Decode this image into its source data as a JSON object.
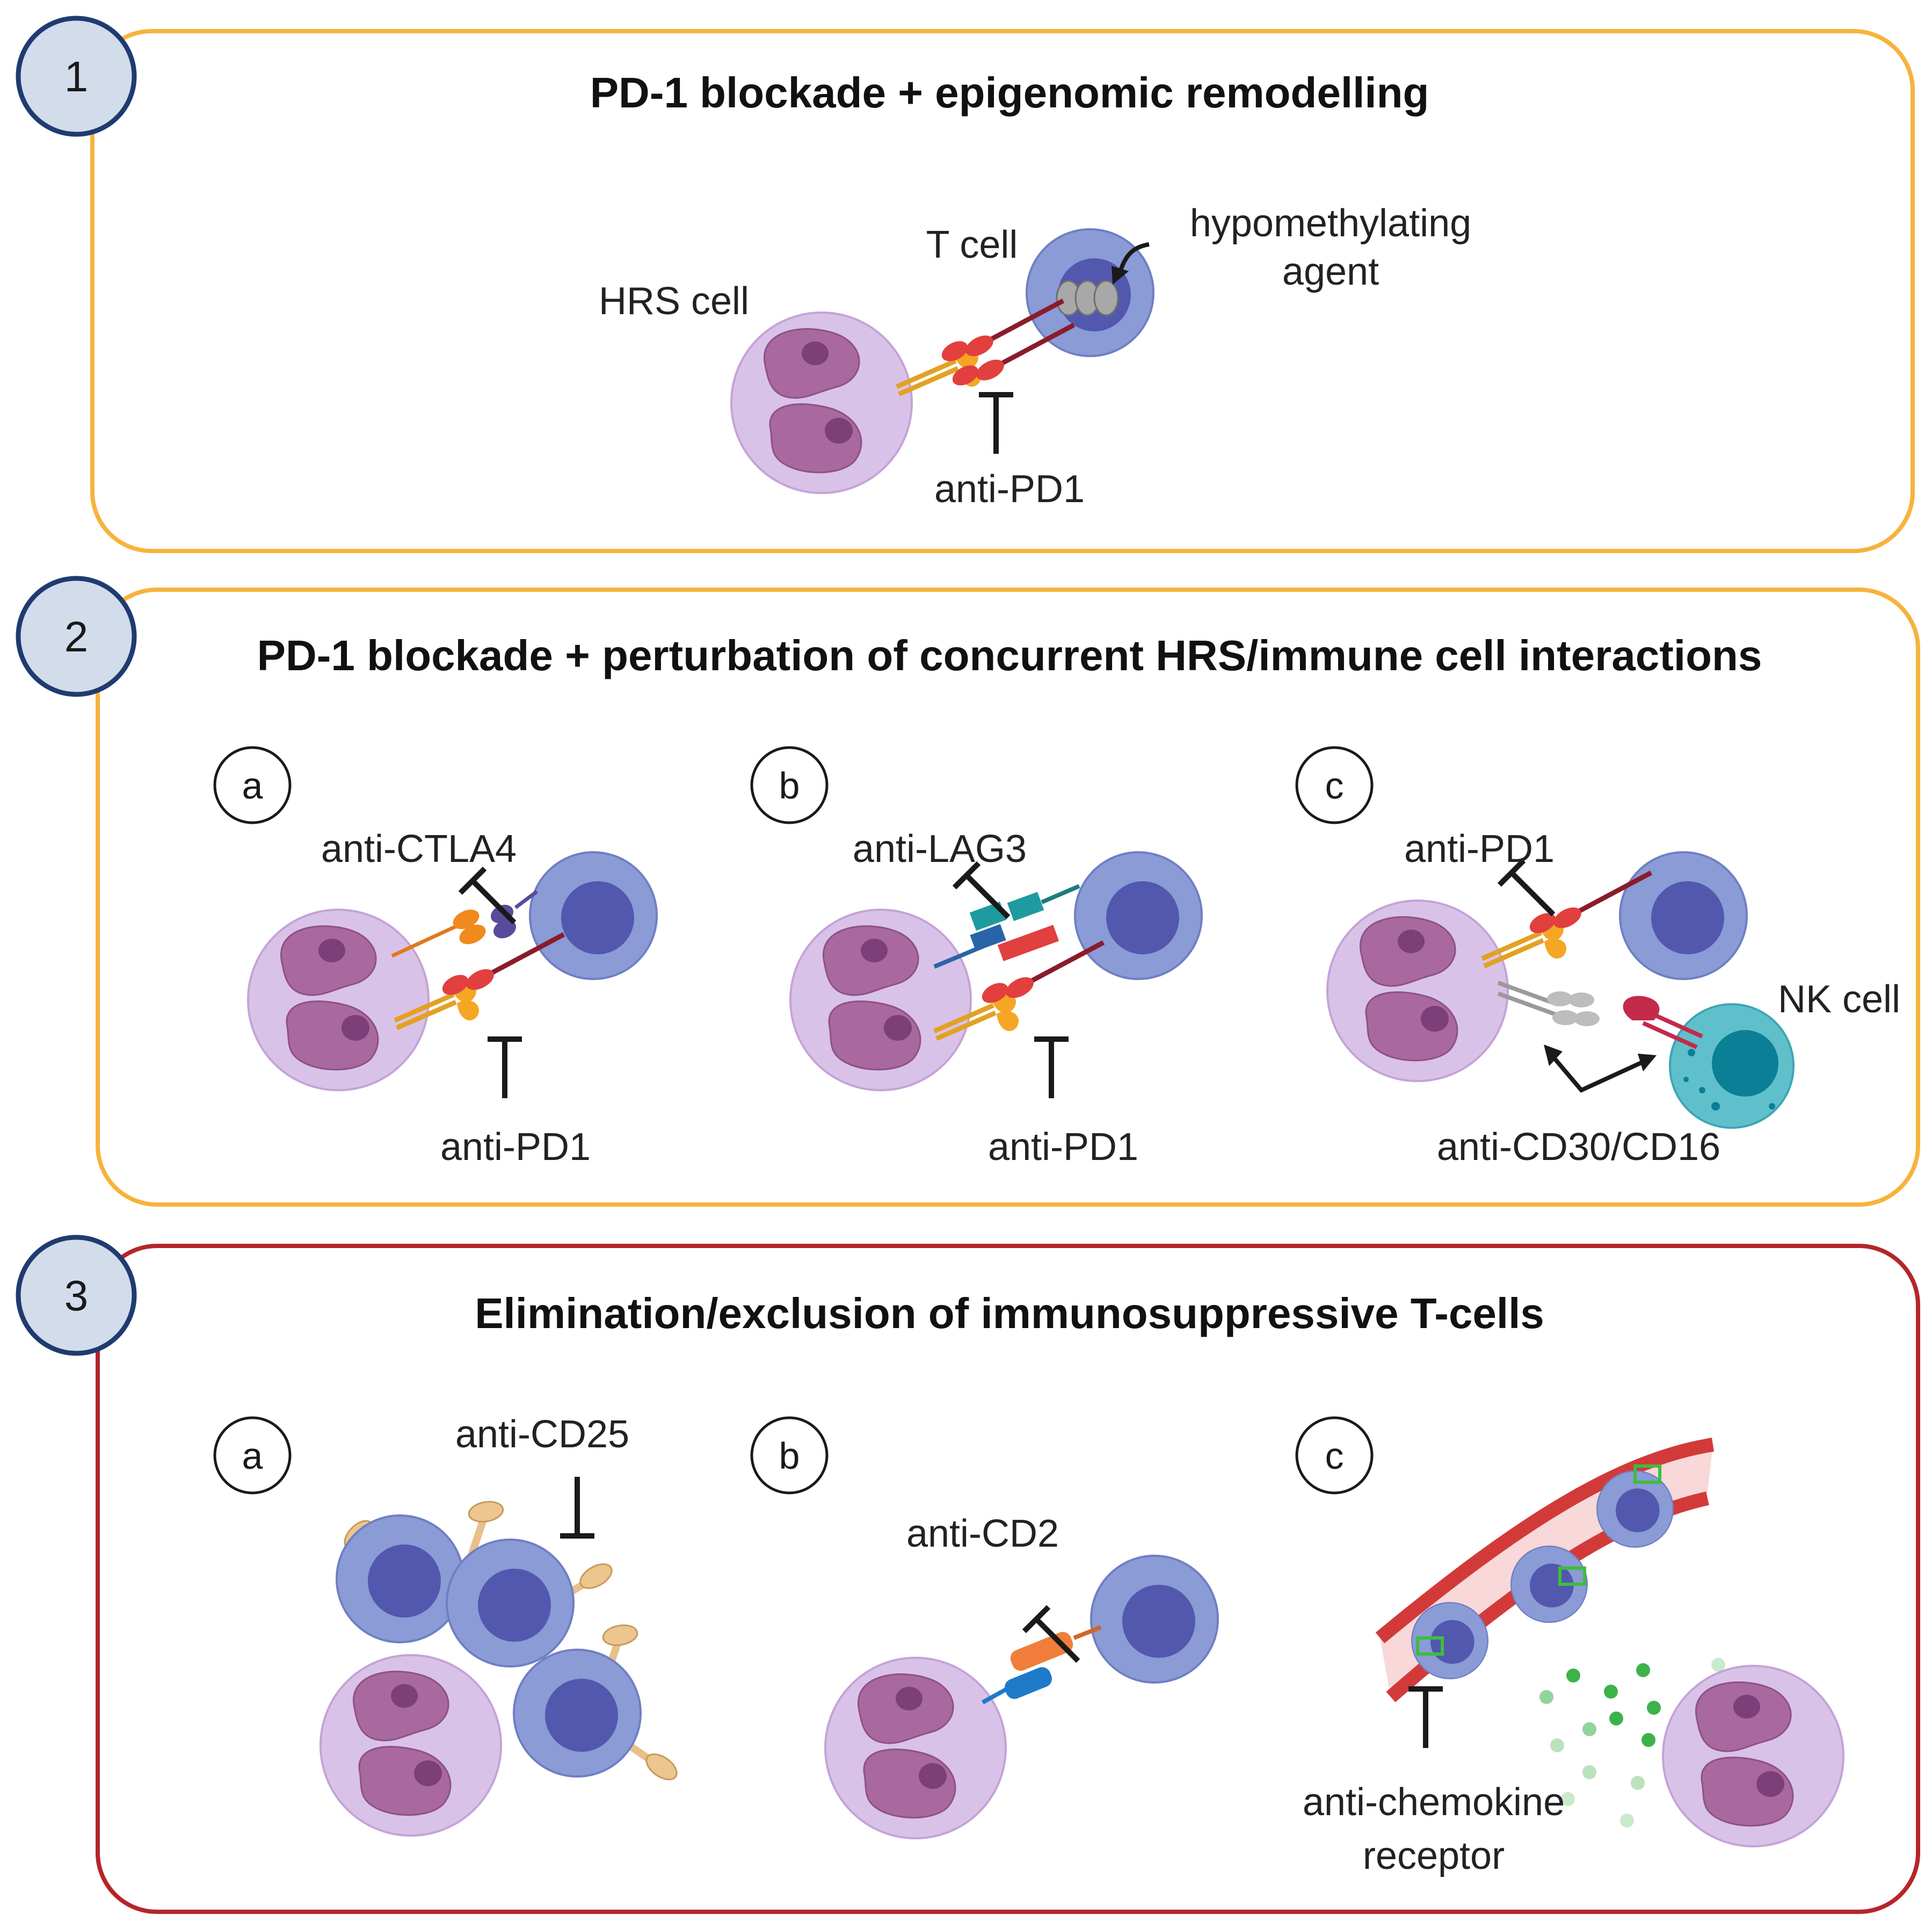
{
  "panels": [
    {
      "number": "1",
      "title": "PD-1 blockade + epigenomic remodelling",
      "labels": {
        "hrs_cell": "HRS cell",
        "t_cell": "T cell",
        "agent_line1": "hypomethylating",
        "agent_line2": "agent",
        "anti_pd1": "anti-PD1"
      }
    },
    {
      "number": "2",
      "title": "PD-1 blockade + perturbation of concurrent HRS/immune cell interactions",
      "subpanels": [
        {
          "letter": "a",
          "top_label": "anti-CTLA4",
          "bottom_label": "anti-PD1"
        },
        {
          "letter": "b",
          "top_label": "anti-LAG3",
          "bottom_label": "anti-PD1"
        },
        {
          "letter": "c",
          "top_label": "anti-PD1",
          "bottom_label": "anti-CD30/CD16",
          "nk_label": "NK cell"
        }
      ]
    },
    {
      "number": "3",
      "title": "Elimination/exclusion of immunosuppressive T-cells",
      "subpanels": [
        {
          "letter": "a",
          "label": "anti-CD25"
        },
        {
          "letter": "b",
          "label": "anti-CD2"
        },
        {
          "letter": "c",
          "label_line1": "anti-chemokine",
          "label_line2": "receptor"
        }
      ]
    }
  ],
  "colors": {
    "panel1_border": "#F6B33C",
    "panel2_border": "#F6B33C",
    "panel3_border": "#B5252A",
    "badge_fill": "#D3DCEB",
    "badge_stroke": "#1F3B70",
    "hrs_outer": "#D9C2E8",
    "hrs_nucleus": "#A9689E",
    "hrs_nucleolus": "#7D3F78",
    "tcell_outer": "#8A9BD6",
    "tcell_nucleus": "#5158AE",
    "nk_outer": "#5FC0CC",
    "nk_nucleus": "#0A7F95",
    "pd1": "#E23F3F",
    "pdl1": "#F5A623",
    "ctla4": "#5A4A9C",
    "b7": "#F08A1E",
    "lag3": "#1E9AA0",
    "mhc": "#2A64A8",
    "cd2": "#F07E3A",
    "cd58": "#1E7AC8",
    "cd25": "#EDC58E",
    "chemokine_receptor": "#3DBE3D",
    "vessel": "#D23A3A",
    "chemokine_dot": "#3CB34A"
  }
}
